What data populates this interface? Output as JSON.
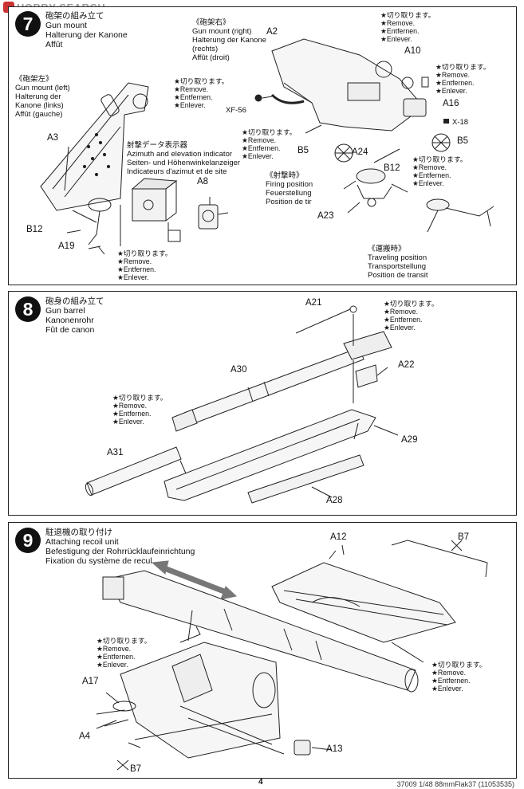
{
  "watermark": "HOBBY SEARCH",
  "footer": "37009 1/48 88mmFlak37 (11053535)",
  "page_number": "4",
  "remove_label": {
    "jp": "★切り取ります。",
    "en": "★Remove.",
    "de": "★Entfernen.",
    "fr": "★Enlever."
  },
  "step7": {
    "number": "7",
    "title_jp": "砲架の組み立て",
    "title_en": "Gun mount",
    "title_de": "Halterung der Kanone",
    "title_fr": "Affût",
    "left": {
      "jp": "《砲架左》",
      "en": "Gun mount (left)",
      "de1": "Halterung der",
      "de2": "Kanone (links)",
      "fr": "Affût (gauche)"
    },
    "right": {
      "jp": "《砲架右》",
      "en": "Gun mount (right)",
      "de1": "Halterung der Kanone",
      "de2": "(rechts)",
      "fr": "Affût (droit)"
    },
    "indicator": {
      "jp": "射撃データ表示器",
      "en": "Azimuth and elevation indicator",
      "de": "Seiten- und Höhenwinkelanzeiger",
      "fr": "Indicateurs d'azimut et de site"
    },
    "firing": {
      "jp": "《射撃時》",
      "en": "Firing position",
      "de": "Feuerstellung",
      "fr": "Position de tir"
    },
    "travel": {
      "jp": "《運搬時》",
      "en": "Traveling position",
      "de": "Transportstellung",
      "fr": "Position de transit"
    },
    "parts": {
      "a3": "A3",
      "b12a": "B12",
      "a19": "A19",
      "a8": "A8",
      "a2": "A2",
      "xf56": "XF-56",
      "a10": "A10",
      "a16": "A16",
      "x18": "X-18",
      "b5a": "B5",
      "b5b": "B5",
      "a24": "A24",
      "b12b": "B12",
      "a23": "A23"
    }
  },
  "step8": {
    "number": "8",
    "title_jp": "砲身の組み立て",
    "title_en": "Gun barrel",
    "title_de": "Kanonenrohr",
    "title_fr": "Fût de canon",
    "parts": {
      "a21": "A21",
      "a22": "A22",
      "a30": "A30",
      "a31": "A31",
      "a29": "A29",
      "a28": "A28"
    }
  },
  "step9": {
    "number": "9",
    "title_jp": "駐退機の取り付け",
    "title_en": "Attaching recoil unit",
    "title_de": "Befestigung der Rohrrücklaufeinrichtung",
    "title_fr": "Fixation du système de recul",
    "parts": {
      "a12": "A12",
      "b7a": "B7",
      "a17": "A17",
      "a4": "A4",
      "b7b": "B7",
      "a13": "A13"
    }
  }
}
